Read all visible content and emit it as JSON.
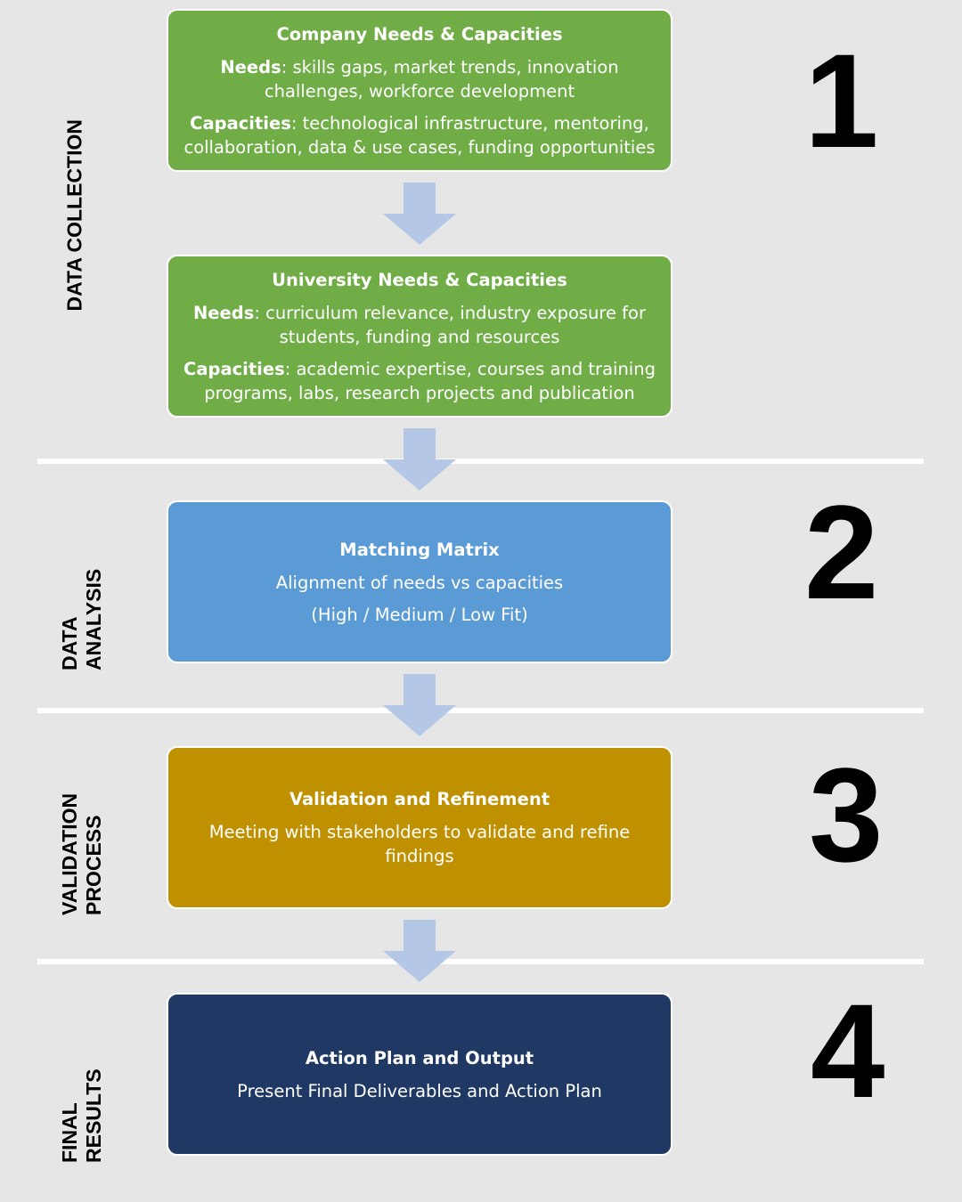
{
  "stages": [
    {
      "number": "1",
      "label_lines": [
        "DATA COLLECTION"
      ],
      "boxes": [
        {
          "title": "Company Needs & Capacities",
          "items": [
            {
              "term": "Needs",
              "text": ": skills gaps, market trends, innovation challenges, workforce development"
            },
            {
              "term": "Capacities",
              "text": ": technological infrastructure, mentoring, collaboration, data & use cases, funding opportunities"
            }
          ]
        },
        {
          "title": "University Needs & Capacities",
          "items": [
            {
              "term": "Needs",
              "text": ": curriculum relevance, industry exposure for students, funding and resources"
            },
            {
              "term": "Capacities",
              "text": ": academic expertise, courses and training programs, labs, research projects and publication"
            }
          ]
        }
      ]
    },
    {
      "number": "2",
      "label_lines": [
        "DATA",
        "ANALYSIS"
      ],
      "boxes": [
        {
          "title": "Matching Matrix",
          "lines": [
            "Alignment of needs vs capacities",
            "(High / Medium / Low Fit)"
          ]
        }
      ]
    },
    {
      "number": "3",
      "label_lines": [
        "VALIDATION",
        "PROCESS"
      ],
      "boxes": [
        {
          "title": "Validation and Refinement",
          "lines": [
            "Meeting with stakeholders to validate and refine findings"
          ]
        }
      ]
    },
    {
      "number": "4",
      "label_lines": [
        "FINAL",
        "RESULTS"
      ],
      "boxes": [
        {
          "title": "Action Plan and Output",
          "lines": [
            "Present Final Deliverables and Action Plan"
          ]
        }
      ]
    }
  ],
  "colors": {
    "background": "#e7e6e6",
    "collection_green": "#70ad47",
    "analysis_blue": "#5b9bd5",
    "validation_gold": "#bf9000",
    "results_navy": "#203864",
    "arrow": "#b4c7e7"
  }
}
